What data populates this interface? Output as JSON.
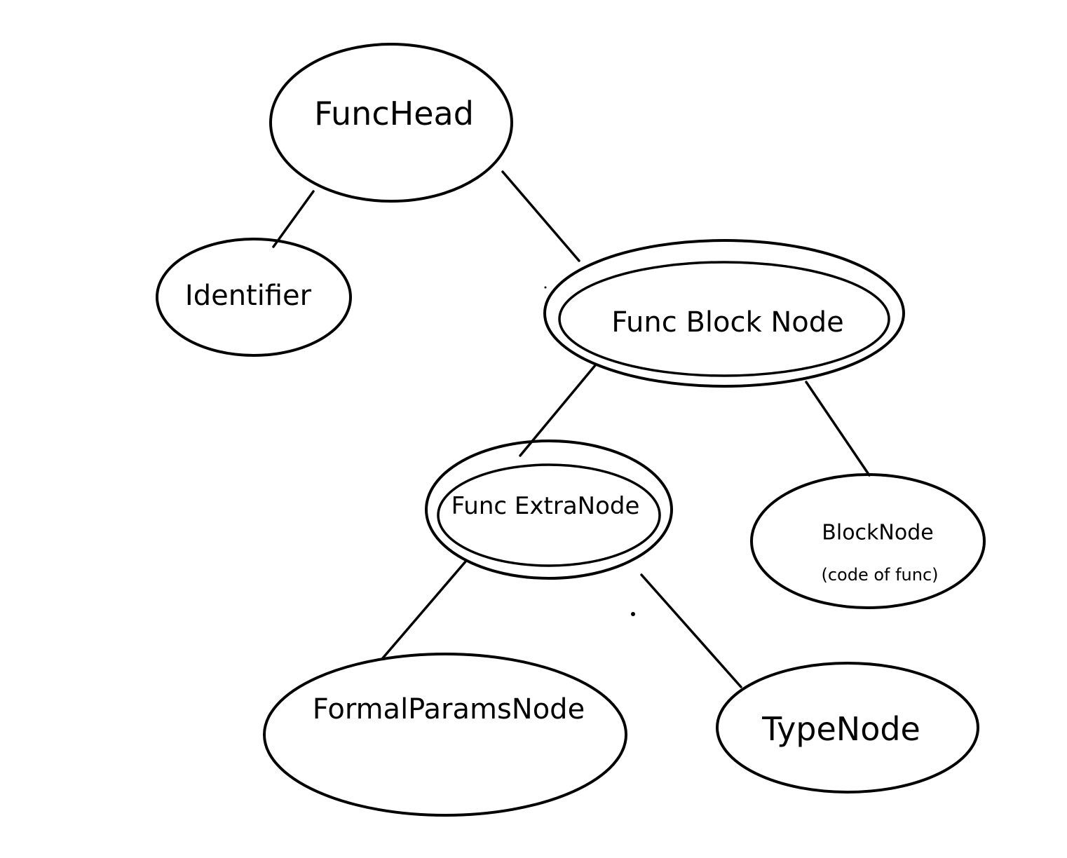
{
  "nodes": {
    "func_head": {
      "label": "FuncHead"
    },
    "identifier": {
      "label": "Identifier"
    },
    "func_block_node": {
      "label": "Func Block Node"
    },
    "func_extra_node": {
      "label": "Func ExtraNode"
    },
    "block_node": {
      "label": "BlockNode",
      "sublabel": "(code of func)"
    },
    "formal_params_node": {
      "label": "FormalParamsNode"
    },
    "type_node": {
      "label": "TypeNode"
    }
  },
  "edges": [
    {
      "from": "FuncHead",
      "to": "Identifier"
    },
    {
      "from": "FuncHead",
      "to": "Func Block Node"
    },
    {
      "from": "Func Block Node",
      "to": "Func ExtraNode"
    },
    {
      "from": "Func Block Node",
      "to": "BlockNode"
    },
    {
      "from": "Func ExtraNode",
      "to": "FormalParamsNode"
    },
    {
      "from": "Func ExtraNode",
      "to": "TypeNode"
    }
  ],
  "colors": {
    "ink": "#000000",
    "paper": "#ffffff"
  }
}
